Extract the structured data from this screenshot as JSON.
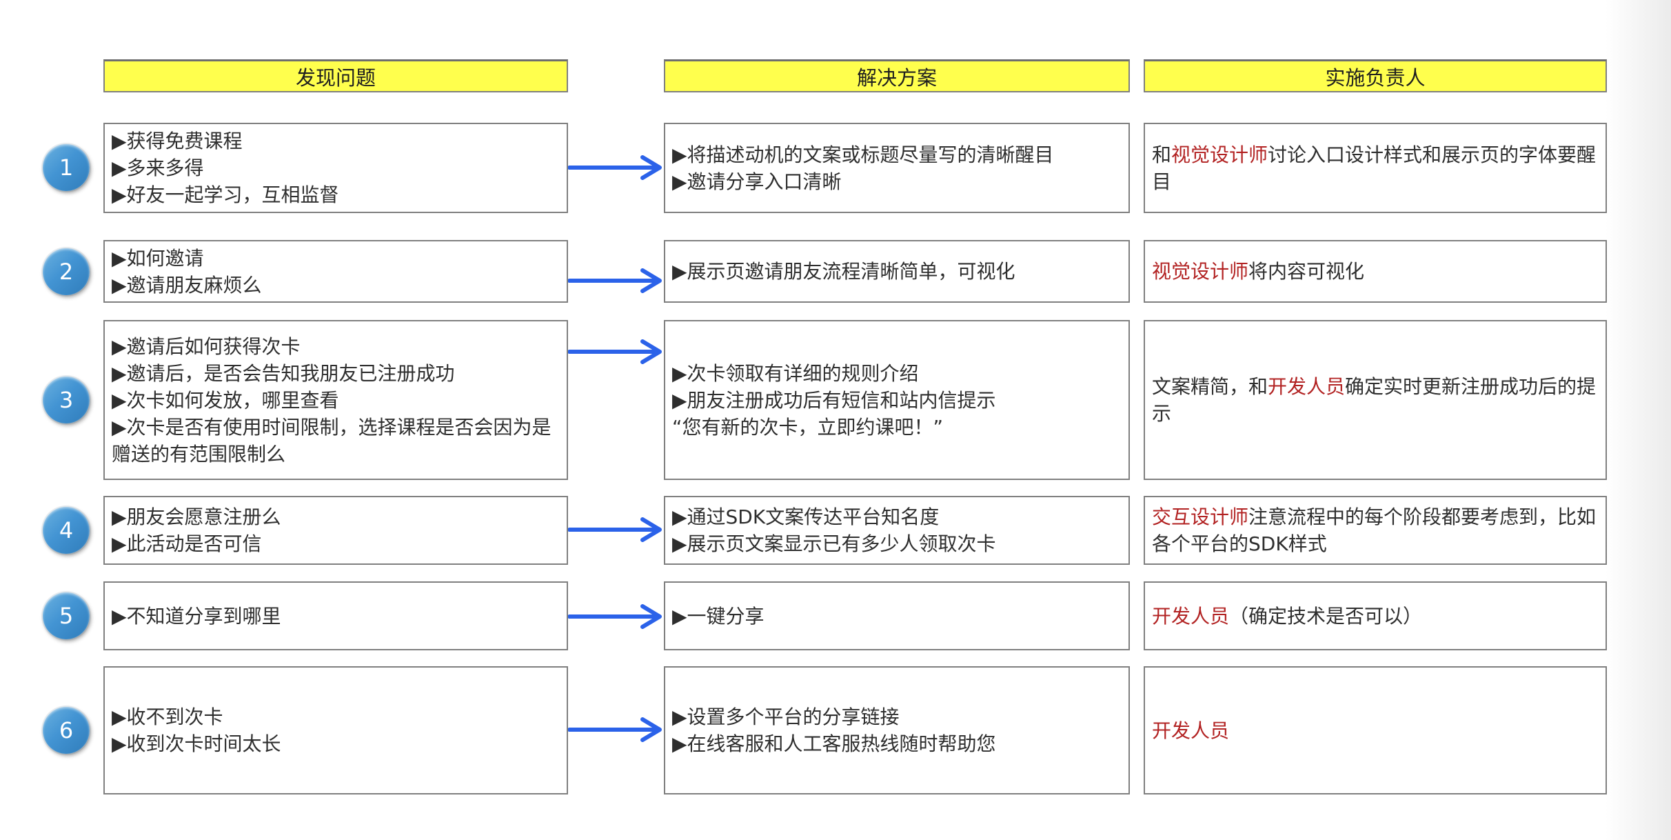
{
  "colors": {
    "header_bg": "#ffff4d",
    "box_border": "#7f7f7f",
    "arrow": "#2b62e9",
    "badge_blue": "#3e8ecf",
    "role_highlight": "#b22222",
    "text": "#2e2e2e"
  },
  "headers": [
    {
      "label": "发现问题"
    },
    {
      "label": "解决方案"
    },
    {
      "label": "实施负责人"
    }
  ],
  "rows": [
    {
      "number": "1",
      "problem": {
        "lines": [
          "▶获得免费课程",
          "▶多来多得",
          "▶好友一起学习，互相监督"
        ]
      },
      "solution": {
        "lines": [
          "▶将描述动机的文案或标题尽量写的清晰醒目",
          "▶邀请分享入口清晰"
        ]
      },
      "owner": {
        "prefix": "和",
        "role": "视觉设计师",
        "suffix": "讨论入口设计样式和展示页的字体要醒目"
      }
    },
    {
      "number": "2",
      "problem": {
        "lines": [
          "▶如何邀请",
          "▶邀请朋友麻烦么"
        ]
      },
      "solution": {
        "lines": [
          "▶展示页邀请朋友流程清晰简单，可视化"
        ]
      },
      "owner": {
        "prefix": "",
        "role": "视觉设计师",
        "suffix": "将内容可视化"
      }
    },
    {
      "number": "3",
      "problem": {
        "lines": [
          "▶邀请后如何获得次卡",
          "▶邀请后，是否会告知我朋友已注册成功",
          "▶次卡如何发放，哪里查看",
          "▶次卡是否有使用时间限制，选择课程是否会因为是赠送的有范围限制么"
        ]
      },
      "solution": {
        "lines": [
          "▶次卡领取有详细的规则介绍",
          "▶朋友注册成功后有短信和站内信提示",
          "“您有新的次卡，立即约课吧！”"
        ]
      },
      "owner": {
        "prefix": "文案精简，和",
        "role": "开发人员",
        "suffix": "确定实时更新注册成功后的提示"
      }
    },
    {
      "number": "4",
      "problem": {
        "lines": [
          "▶朋友会愿意注册么",
          "▶此活动是否可信"
        ]
      },
      "solution": {
        "lines": [
          "▶通过SDK文案传达平台知名度",
          "▶展示页文案显示已有多少人领取次卡"
        ]
      },
      "owner": {
        "prefix": "",
        "role": "交互设计师",
        "suffix": "注意流程中的每个阶段都要考虑到，比如各个平台的SDK样式"
      }
    },
    {
      "number": "5",
      "problem": {
        "lines": [
          "▶不知道分享到哪里"
        ]
      },
      "solution": {
        "lines": [
          "▶一键分享"
        ]
      },
      "owner": {
        "prefix": "",
        "role": "开发人员",
        "suffix": "（确定技术是否可以）"
      }
    },
    {
      "number": "6",
      "problem": {
        "lines": [
          "▶收不到次卡",
          "▶收到次卡时间太长"
        ]
      },
      "solution": {
        "lines": [
          "▶设置多个平台的分享链接",
          "▶在线客服和人工客服热线随时帮助您"
        ]
      },
      "owner": {
        "prefix": "",
        "role": "开发人员",
        "suffix": ""
      }
    }
  ]
}
